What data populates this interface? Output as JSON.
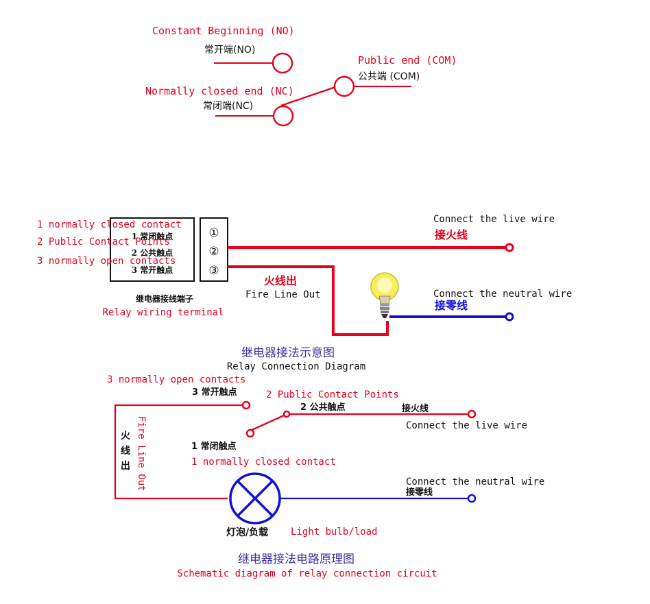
{
  "colors": {
    "red": "#e8001c",
    "blue": "#1010d8",
    "navy": "#3b2fa0",
    "black": "#111111",
    "bulb": "#f7ee5a"
  },
  "switch_diagram": {
    "no_en": "Constant Beginning (NO)",
    "no_cn": "常开端(NO)",
    "nc_en": "Normally closed end (NC)",
    "nc_cn": "常闭端(NC)",
    "com_en": "Public end (COM)",
    "com_cn": "公共端 (COM)"
  },
  "wiring_diagram": {
    "terminal_rows_cn": [
      "1 常闭触点",
      "2 公共触点",
      "3 常开触点"
    ],
    "terminal_rows_en": [
      "1 normally closed contact",
      "2 Public Contact Points",
      "3 normally open contacts"
    ],
    "terminal_numbers": [
      "①",
      "②",
      "③"
    ],
    "terminal_cn": "继电器接线端子",
    "terminal_en": "Relay wiring terminal",
    "fire_out_cn": "火线出",
    "fire_out_en": "Fire Line Out",
    "live_en": "Connect the live wire",
    "live_cn": "接火线",
    "neutral_en": "Connect the neutral wire",
    "neutral_cn": "接零线",
    "title_cn": "继电器接法示意图",
    "title_en": "Relay Connection Diagram"
  },
  "schematic": {
    "no_en": "3 normally open contacts",
    "no_cn": "3 常开触点",
    "com_en": "2 Public Contact Points",
    "com_cn": "2 公共触点",
    "nc_cn": "1 常闭触点",
    "nc_en": "1 normally closed contact",
    "live_cn": "接火线",
    "live_en": "Connect the live wire",
    "neutral_en": "Connect the neutral wire",
    "neutral_cn": "接零线",
    "fire_out_cn": "火线出",
    "fire_out_en": "Fire Line Out",
    "load_cn": "灯泡/负载",
    "load_en": "Light bulb/load",
    "title_cn": "继电器接法电路原理图",
    "title_en": "Schematic diagram of relay connection circuit"
  }
}
